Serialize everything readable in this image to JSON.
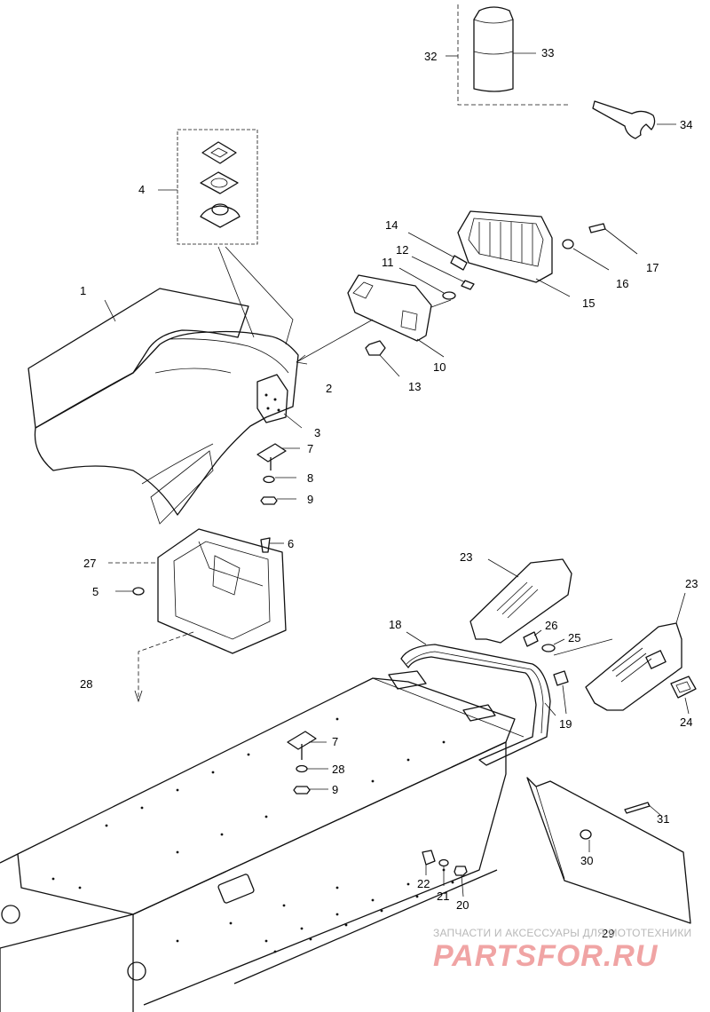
{
  "callouts": [
    {
      "id": "1",
      "text": "1"
    },
    {
      "id": "2",
      "text": "2"
    },
    {
      "id": "3",
      "text": "3"
    },
    {
      "id": "4",
      "text": "4"
    },
    {
      "id": "5",
      "text": "5"
    },
    {
      "id": "6",
      "text": "6"
    },
    {
      "id": "7a",
      "text": "7"
    },
    {
      "id": "7b",
      "text": "7"
    },
    {
      "id": "8",
      "text": "8"
    },
    {
      "id": "9a",
      "text": "9"
    },
    {
      "id": "9b",
      "text": "9"
    },
    {
      "id": "10",
      "text": "10"
    },
    {
      "id": "11",
      "text": "11"
    },
    {
      "id": "12",
      "text": "12"
    },
    {
      "id": "13",
      "text": "13"
    },
    {
      "id": "14",
      "text": "14"
    },
    {
      "id": "15",
      "text": "15"
    },
    {
      "id": "16",
      "text": "16"
    },
    {
      "id": "17",
      "text": "17"
    },
    {
      "id": "18",
      "text": "18"
    },
    {
      "id": "19",
      "text": "19"
    },
    {
      "id": "20",
      "text": "20"
    },
    {
      "id": "21",
      "text": "21"
    },
    {
      "id": "22",
      "text": "22"
    },
    {
      "id": "23a",
      "text": "23"
    },
    {
      "id": "23b",
      "text": "23"
    },
    {
      "id": "24",
      "text": "24"
    },
    {
      "id": "25",
      "text": "25"
    },
    {
      "id": "26",
      "text": "26"
    },
    {
      "id": "27",
      "text": "27"
    },
    {
      "id": "28a",
      "text": "28"
    },
    {
      "id": "28b",
      "text": "28"
    },
    {
      "id": "29",
      "text": "29"
    },
    {
      "id": "30",
      "text": "30"
    },
    {
      "id": "31",
      "text": "31"
    },
    {
      "id": "32",
      "text": "32"
    },
    {
      "id": "33",
      "text": "33"
    },
    {
      "id": "34",
      "text": "34"
    }
  ],
  "watermark": {
    "line1": "ЗАПЧАСТИ И АКСЕССУАРЫ ДЛЯ МОТОТЕХНИКИ",
    "line2": "PARTSFOR.RU"
  }
}
